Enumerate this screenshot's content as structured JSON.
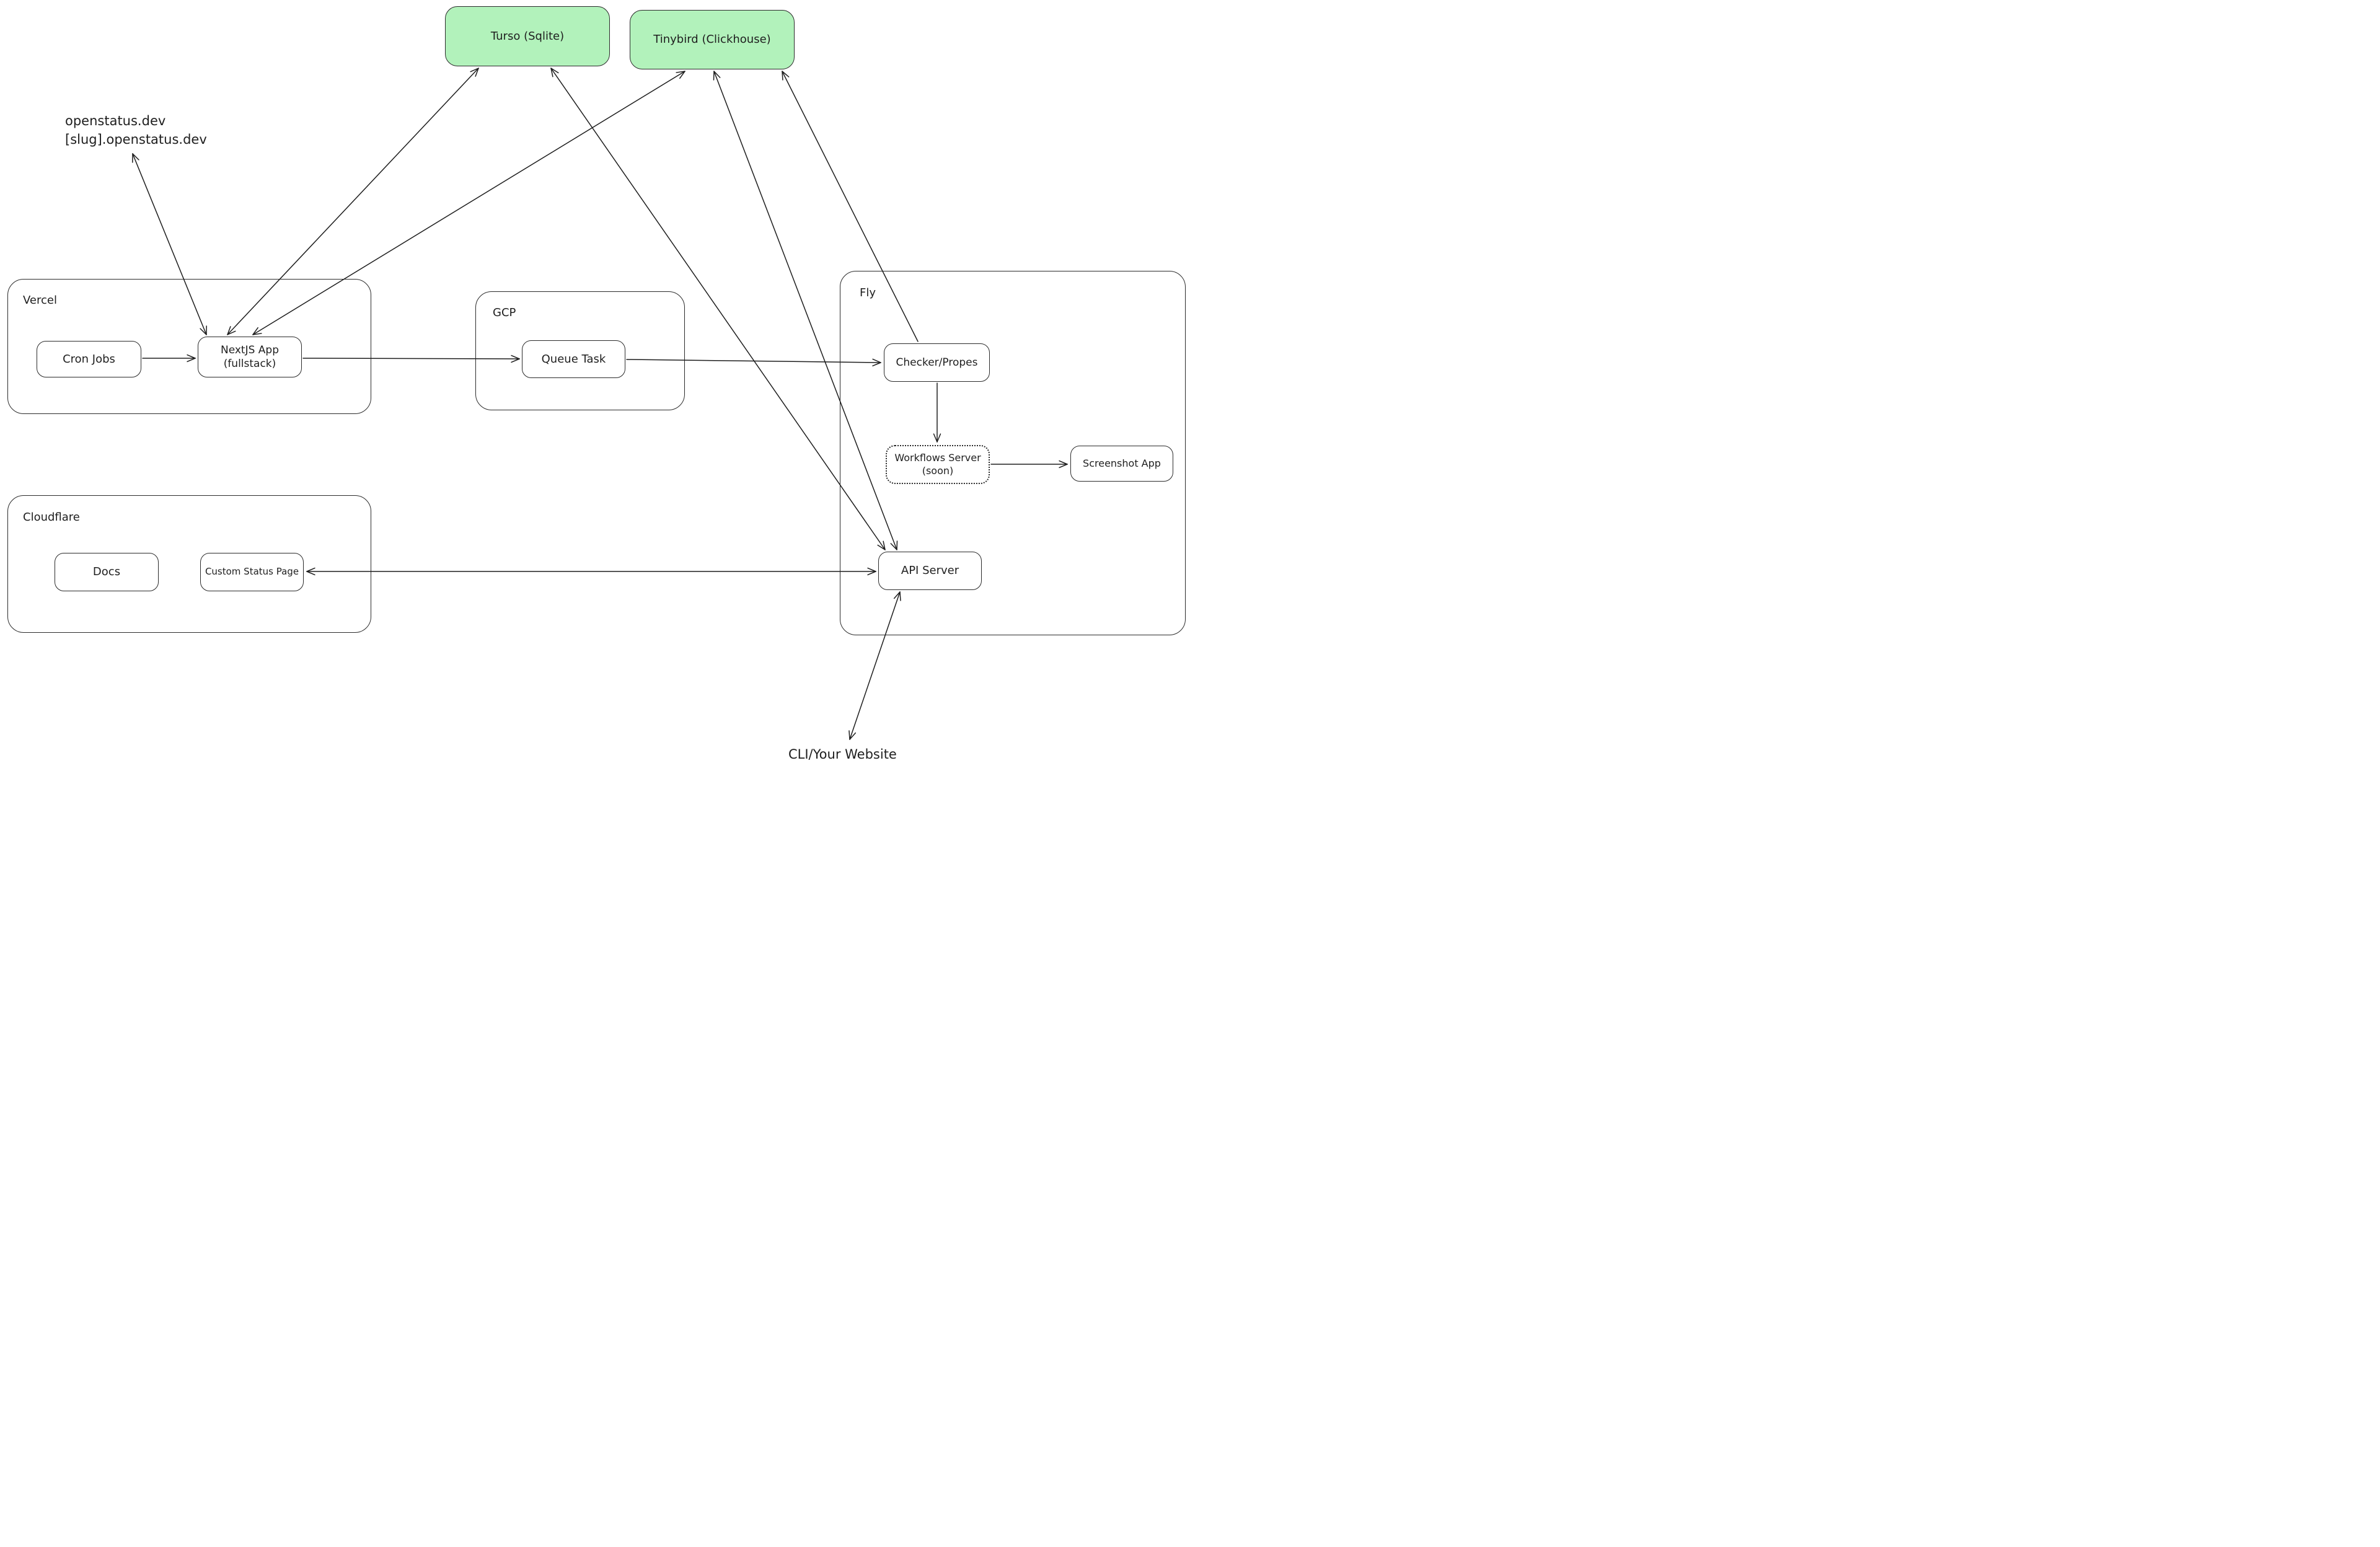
{
  "diagram": {
    "annotations": {
      "domains_line1": "openstatus.dev",
      "domains_line2": "[slug].openstatus.dev",
      "cli": "CLI/Your Website"
    },
    "containers": {
      "vercel": {
        "label": "Vercel"
      },
      "gcp": {
        "label": "GCP"
      },
      "fly": {
        "label": "Fly"
      },
      "cloudflare": {
        "label": "Cloudflare"
      }
    },
    "nodes": {
      "turso": {
        "label": "Turso (Sqlite)",
        "fill": "#b2f2bb"
      },
      "tinybird": {
        "label": "Tinybird (Clickhouse)",
        "fill": "#b2f2bb"
      },
      "cron": {
        "label": "Cron Jobs"
      },
      "nextjs": {
        "line1": "NextJS App",
        "line2": "(fullstack)"
      },
      "queue": {
        "label": "Queue Task"
      },
      "checker": {
        "label": "Checker/Propes"
      },
      "workflows": {
        "line1": "Workflows Server",
        "line2": "(soon)"
      },
      "screenshot": {
        "label": "Screenshot App"
      },
      "api": {
        "label": "API Server"
      },
      "docs": {
        "label": "Docs"
      },
      "csp": {
        "label": "Custom Status Page"
      }
    },
    "edges": [
      {
        "from": "openstatus.dev",
        "to": "NextJS App",
        "bidirectional": true
      },
      {
        "from": "Cron Jobs",
        "to": "NextJS App",
        "bidirectional": false
      },
      {
        "from": "NextJS App",
        "to": "Queue Task",
        "bidirectional": false
      },
      {
        "from": "Queue Task",
        "to": "Checker/Propes",
        "bidirectional": false
      },
      {
        "from": "Checker/Propes",
        "to": "Workflows Server (soon)",
        "bidirectional": false
      },
      {
        "from": "Workflows Server (soon)",
        "to": "Screenshot App",
        "bidirectional": false
      },
      {
        "from": "NextJS App",
        "to": "Turso (Sqlite)",
        "bidirectional": true
      },
      {
        "from": "NextJS App",
        "to": "Tinybird (Clickhouse)",
        "bidirectional": true
      },
      {
        "from": "API Server",
        "to": "Turso (Sqlite)",
        "bidirectional": true
      },
      {
        "from": "API Server",
        "to": "Tinybird (Clickhouse)",
        "bidirectional": true
      },
      {
        "from": "Checker/Propes",
        "to": "Tinybird (Clickhouse)",
        "bidirectional": false
      },
      {
        "from": "API Server",
        "to": "Custom Status Page",
        "bidirectional": true
      },
      {
        "from": "CLI/Your Website",
        "to": "API Server",
        "bidirectional": true
      }
    ],
    "colors": {
      "stroke": "#1e1e1e",
      "green_fill": "#b2f2bb",
      "background": "#ffffff"
    }
  }
}
